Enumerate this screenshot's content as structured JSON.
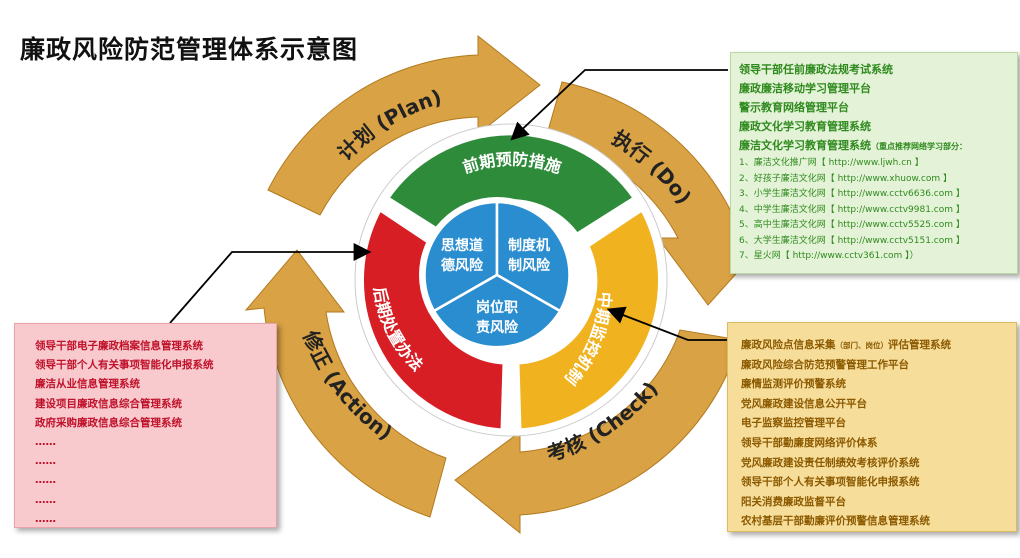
{
  "title": "廉政风险防范管理体系示意图",
  "colors": {
    "arrow": "#d9a244",
    "green": "#2e8b3a",
    "yellow": "#f0b21e",
    "red": "#d81e25",
    "blue": "#2a8dd0"
  },
  "cycle": {
    "plan": "计划 (Plan)",
    "do": "执行 (Do)",
    "check": "考核 (Check)",
    "action": "修正 (Action)"
  },
  "ring": {
    "top": "前期预防措施",
    "right": "中期监控机制",
    "left": "后期处置办法"
  },
  "core": {
    "left_l1": "思想道",
    "left_l2": "德风险",
    "right_l1": "制度机",
    "right_l2": "制风险",
    "bottom_l1": "岗位职",
    "bottom_l2": "责风险"
  },
  "green_box": {
    "items": [
      "领导干部任前廉政法规考试系统",
      "廉政廉洁移动学习管理平台",
      "警示教育网络管理平台",
      "廉政文化学习教育管理系统"
    ],
    "last_item": "廉洁文化学习教育管理系统",
    "last_note": "（重点推荐网络学习部分：",
    "sites": [
      "1、廉洁文化推广网【 http://www.ljwh.cn 】",
      "2、好孩子廉洁文化网【 http://www.xhuow.com 】",
      "3、小学生廉洁文化网【 http://www.cctv6636.com 】",
      "4、中学生廉洁文化网【 http://www.cctv9981.com 】",
      "5、高中生廉洁文化网【 http://www.cctv5525.com 】",
      "6、大学生廉洁文化网【 http://www.cctv5151.com 】",
      "7、星火网【 http://www.cctv361.com 】）"
    ]
  },
  "pink_box": {
    "items": [
      "领导干部电子廉政档案信息管理系统",
      "领导干部个人有关事项智能化申报系统",
      "廉洁从业信息管理系统",
      "建设项目廉政信息综合管理系统",
      "政府采购廉政信息综合管理系统",
      "……",
      "……",
      "……",
      "……",
      "……"
    ]
  },
  "yellow_box": {
    "first_a": "廉政风险点信息采集",
    "first_small": "（部门、岗位）",
    "first_b": "评估管理系统",
    "items": [
      "廉政风险综合防范预警管理工作平台",
      "廉情监测评价预警系统",
      "党风廉政建设信息公开平台",
      "电子监察监控管理平台",
      "领导干部勤廉度网络评价体系",
      "党风廉政建设责任制绩效考核评价系统",
      "领导干部个人有关事项智能化申报系统",
      "阳关消费廉政监督平台",
      "农村基层干部勤廉评价预警信息管理系统"
    ]
  }
}
